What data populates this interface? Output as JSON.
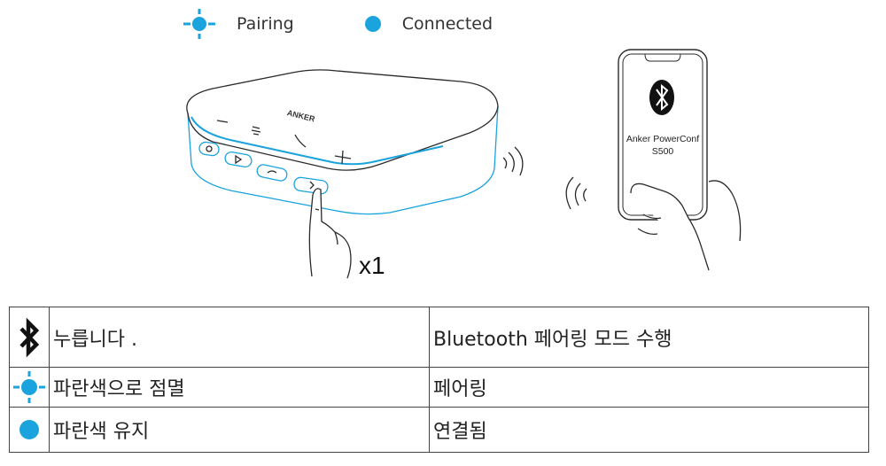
{
  "legend": {
    "pairing": {
      "label": "Pairing",
      "icon": "blinking-blue-dot-icon"
    },
    "connected": {
      "label": "Connected",
      "icon": "solid-blue-dot-icon"
    }
  },
  "device": {
    "brand": "ANKER"
  },
  "phone": {
    "line1": "Anker PowerConf",
    "line2": "S500",
    "icon": "bluetooth-icon"
  },
  "press_count": "x1",
  "table": {
    "rows": [
      {
        "icon": "bluetooth-icon",
        "action": "누릅니다 .",
        "result": "Bluetooth 페어링 모드 수행"
      },
      {
        "icon": "blinking-blue-dot-icon",
        "action": "파란색으로 점멸",
        "result": "페어링"
      },
      {
        "icon": "solid-blue-dot-icon",
        "action": "파란색 유지",
        "result": "연결됨"
      }
    ]
  },
  "colors": {
    "accent": "#1aa3dd",
    "line": "#2a2a2a"
  }
}
